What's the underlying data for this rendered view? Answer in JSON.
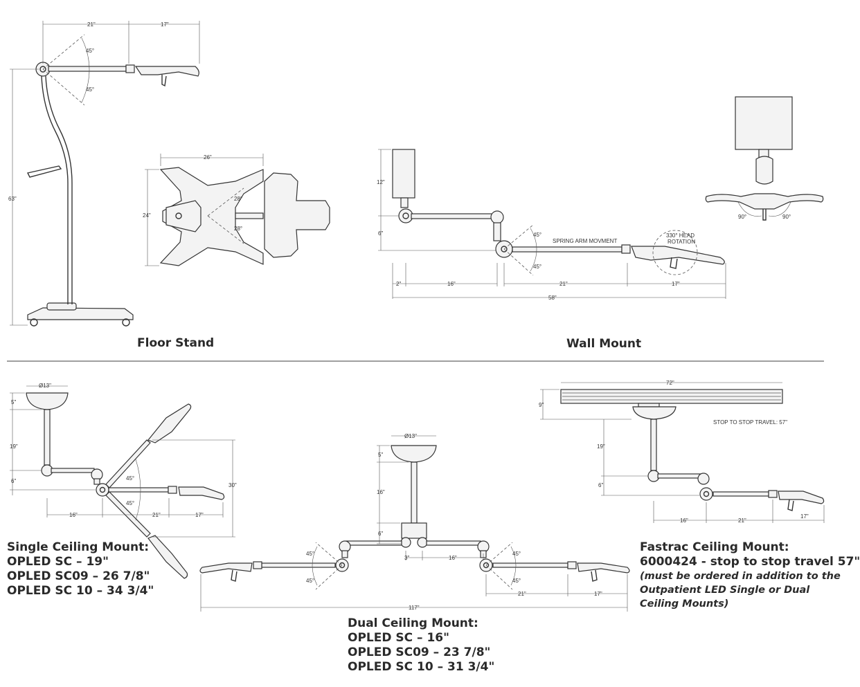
{
  "sections": {
    "floor_stand": {
      "title": "Floor Stand",
      "dims": {
        "arm": "21\"",
        "head": "17\"",
        "height": "63\"",
        "up": "45°",
        "down": "45°",
        "base_w": "26\"",
        "base_d": "24\"",
        "leg_up": "28°",
        "leg_down": "28°"
      }
    },
    "wall_mount": {
      "title": "Wall Mount",
      "dims": {
        "box_h": "12\"",
        "drop": "6\"",
        "wall_off": "2\"",
        "arm1": "16\"",
        "arm2": "21\"",
        "head": "17\"",
        "total": "58\"",
        "up": "45°",
        "down": "45°",
        "left_rot": "90°",
        "right_rot": "90°"
      },
      "notes": {
        "spring": "SPRING ARM MOVMENT",
        "rotation_line1": "330° HEAD",
        "rotation_line2": "ROTATION"
      }
    },
    "single_ceiling": {
      "title": "Single Ceiling Mount:",
      "lines": [
        "OPLED SC – 19\"",
        "OPLED SC09 – 26 7/8\"",
        "OPLED SC 10 – 34 3/4\""
      ],
      "dims": {
        "canopy": "Ø13\"",
        "canopy_h": "5\"",
        "post": "19\"",
        "drop": "6\"",
        "arm1": "16\"",
        "arm2": "21\"",
        "head": "17\"",
        "span": "30\"",
        "up": "45°",
        "down": "45°"
      }
    },
    "dual_ceiling": {
      "title": "Dual Ceiling Mount:",
      "lines": [
        "OPLED SC – 16\"",
        "OPLED SC09 – 23 7/8\"",
        "OPLED SC 10 – 31 3/4\""
      ],
      "dims": {
        "canopy": "Ø13\"",
        "canopy_h": "5\"",
        "post": "16\"",
        "drop": "6\"",
        "hub": "3\"",
        "arm1": "16\"",
        "arm2": "21\"",
        "head": "17\"",
        "total": "117\"",
        "l_up": "45°",
        "l_down": "45°",
        "r_up": "45°",
        "r_down": "45°"
      }
    },
    "fastrac_ceiling": {
      "title": "Fastrac Ceiling Mount:",
      "subtitle": "6000424 - stop to stop travel 57\"",
      "note_lines": [
        "(must be ordered in addition to the",
        "Outpatient LED Single or Dual",
        "Ceiling Mounts)"
      ],
      "dims": {
        "track": "72\"",
        "track_h": "9\"",
        "post": "19\"",
        "drop": "6\"",
        "arm1": "16\"",
        "arm2": "21\"",
        "head": "17\""
      },
      "notes": {
        "travel": "STOP TO STOP TRAVEL: 57\""
      }
    }
  },
  "colors": {
    "line": "#333333",
    "divider": "#666666",
    "text": "#2a2a2a"
  }
}
